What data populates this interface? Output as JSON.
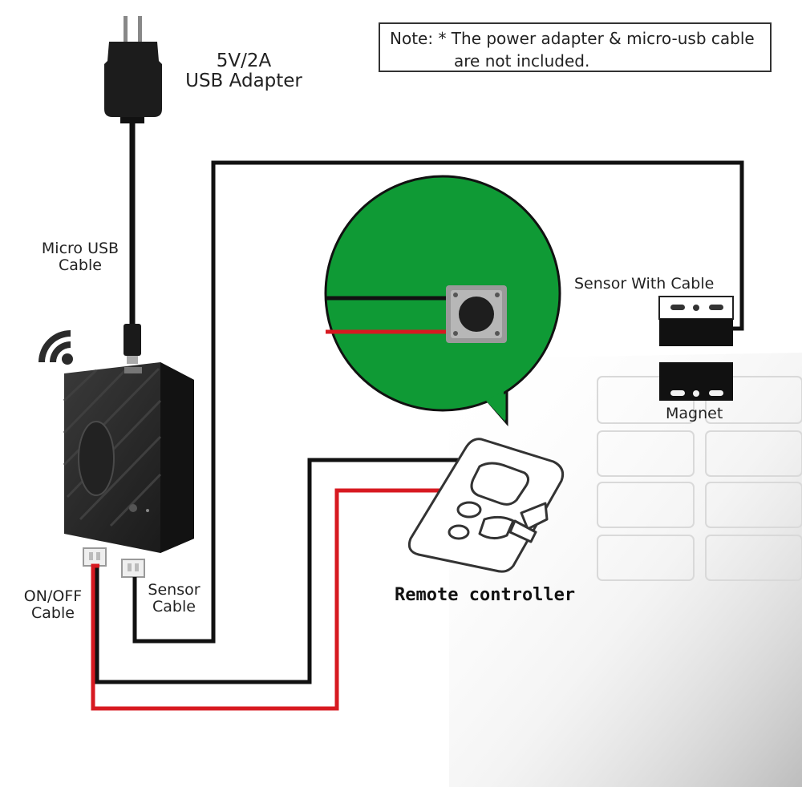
{
  "note": {
    "line1": "Note: * The power adapter & micro-usb cable",
    "line2": "are not included."
  },
  "adapter": {
    "label_line1": "5V/2A",
    "label_line2": "USB Adapter"
  },
  "micro_usb": {
    "label_line1": "Micro USB",
    "label_line2": "Cable"
  },
  "on_off": {
    "label_line1": "ON/OFF",
    "label_line2": "Cable"
  },
  "sensor_cable": {
    "label_line1": "Sensor",
    "label_line2": "Cable"
  },
  "sensor_with_cable": {
    "label": "Sensor With Cable"
  },
  "magnet": {
    "label": "Magnet"
  },
  "remote": {
    "label": "Remote controller"
  },
  "colors": {
    "board_green": "#0f9a35",
    "wire_red": "#d71920",
    "wire_black": "#111111",
    "device_body": "#2a2a2a"
  },
  "icons": [
    "wifi-icon",
    "eu-plug-icon",
    "micro-usb-connector-icon",
    "push-button-icon",
    "remote-fob-icon"
  ]
}
